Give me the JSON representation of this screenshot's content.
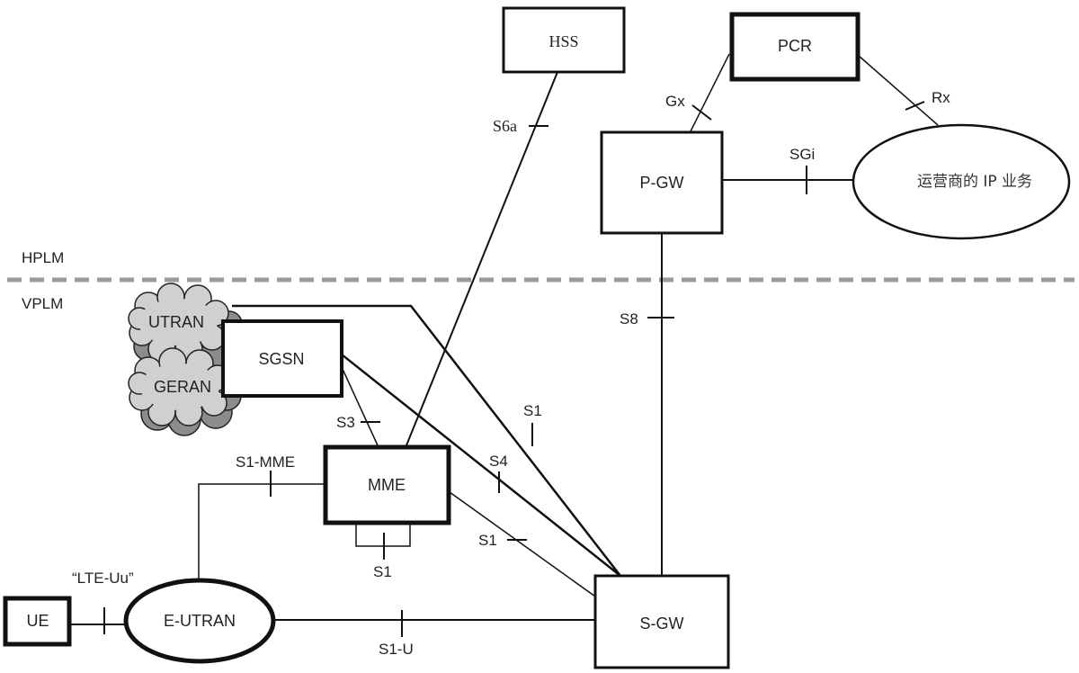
{
  "regions": {
    "home": "HPLM",
    "visited": "VPLM"
  },
  "nodes": {
    "hss": "HSS",
    "pcr": "PCR",
    "pgw": "P-GW",
    "operator_ip": "运营商的 IP 业务",
    "utran": "UTRAN",
    "geran": "GERAN",
    "sgsn": "SGSN",
    "mme": "MME",
    "sgw": "S-GW",
    "eutran": "E-UTRAN",
    "ue": "UE"
  },
  "interfaces": {
    "s6a": "S6a",
    "gx": "Gx",
    "rx": "Rx",
    "sgi": "SGi",
    "s8": "S8",
    "s3": "S3",
    "s1_sgsn": "S1",
    "s4": "S4",
    "s1_mme_loop": "S1",
    "s1_mme": "S1-MME",
    "s11": "S1",
    "lte_uu": "“LTE-Uu”",
    "s1u": "S1-U"
  },
  "colors": {
    "line": "#111111",
    "divider": "#9a9a9a",
    "cloud_front": "#d0d0d0",
    "cloud_back": "#8c8c8c"
  }
}
